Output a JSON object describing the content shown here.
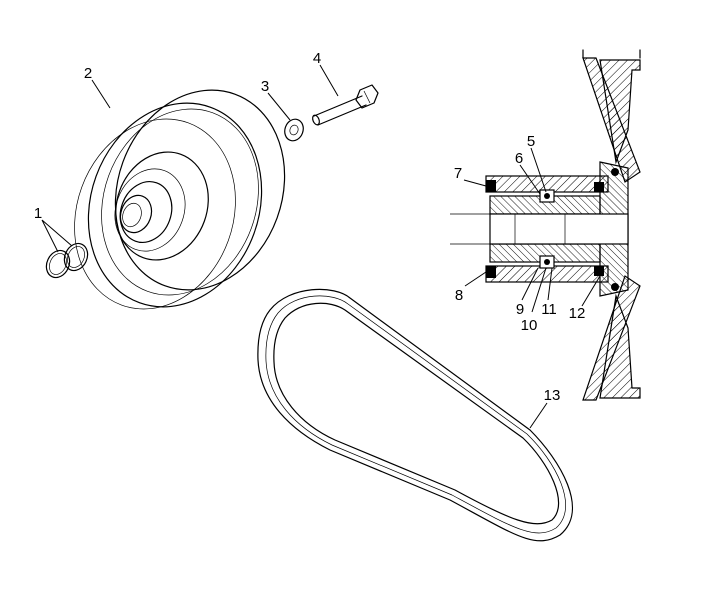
{
  "callouts": [
    {
      "id": "1",
      "part": "snap-rings"
    },
    {
      "id": "2",
      "part": "driven-pulley"
    },
    {
      "id": "3",
      "part": "washer"
    },
    {
      "id": "4",
      "part": "bolt"
    },
    {
      "id": "5",
      "part": "section-part-5"
    },
    {
      "id": "6",
      "part": "section-part-6"
    },
    {
      "id": "7",
      "part": "section-part-7"
    },
    {
      "id": "8",
      "part": "section-part-8"
    },
    {
      "id": "9",
      "part": "section-part-9"
    },
    {
      "id": "10",
      "part": "section-part-10"
    },
    {
      "id": "11",
      "part": "section-part-11"
    },
    {
      "id": "12",
      "part": "section-part-12"
    },
    {
      "id": "13",
      "part": "drive-belt"
    }
  ]
}
